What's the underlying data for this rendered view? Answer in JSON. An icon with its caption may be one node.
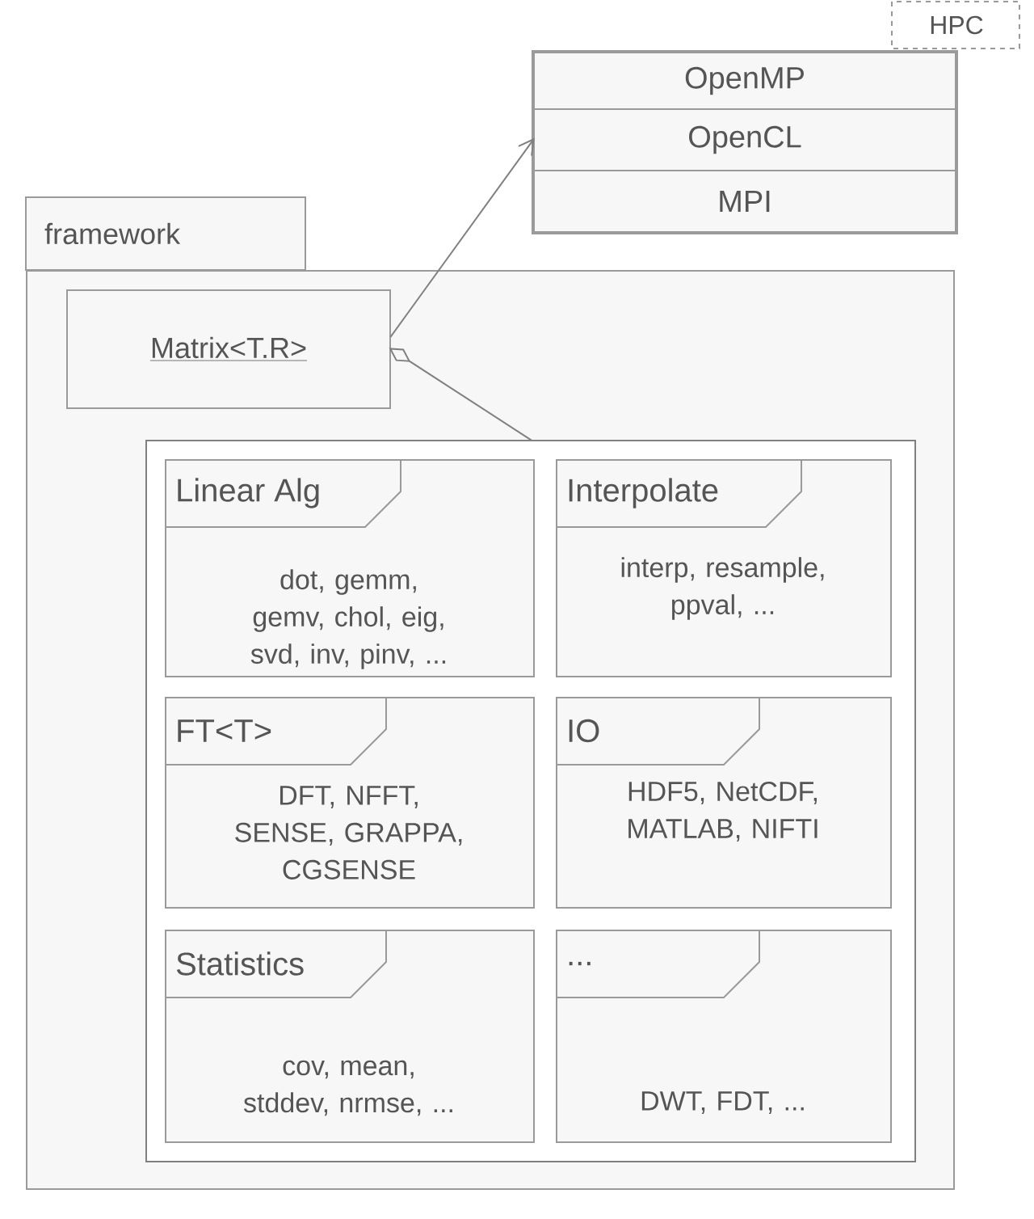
{
  "diagram": {
    "nodes": [
      {
        "text": [
          "HPC"
        ]
      },
      {
        "text": [
          "OpenMP"
        ],
        "in": 0
      },
      {
        "text": [
          "OpenCL"
        ],
        "in": 0
      },
      {
        "text": [
          "MPI"
        ],
        "in": 0
      },
      {
        "text": [
          "framework"
        ]
      },
      {
        "text": [
          "Matrix<T.R>"
        ],
        "in": 4
      },
      {
        "text": [],
        "shape": "box",
        "in": 4
      },
      {
        "text": [
          "Linear Alg",
          "dot, gemm, gemv, chol, eig, svd, inv, pinv, ..."
        ],
        "in": 6
      },
      {
        "text": [
          "Interpolate",
          "interp, resample, ppval, ..."
        ],
        "in": 6
      },
      {
        "text": [
          "FT<T>",
          "DFT, NFFT, SENSE, GRAPPA, CGSENSE"
        ],
        "in": 6
      },
      {
        "text": [
          "IO",
          "HDF5, NetCDF, MATLAB, NIFTI"
        ],
        "in": 6
      },
      {
        "text": [
          "Statistics",
          "cov, mean, stddev, nrmse, ..."
        ],
        "in": 6
      },
      {
        "text": [
          "...",
          "DWT, FDT, ..."
        ],
        "in": 6
      }
    ],
    "edges": [
      {
        "from": 5,
        "to": 2,
        "arrow": "to"
      },
      {
        "from": 6,
        "to": 5,
        "arrow": "other"
      }
    ]
  }
}
